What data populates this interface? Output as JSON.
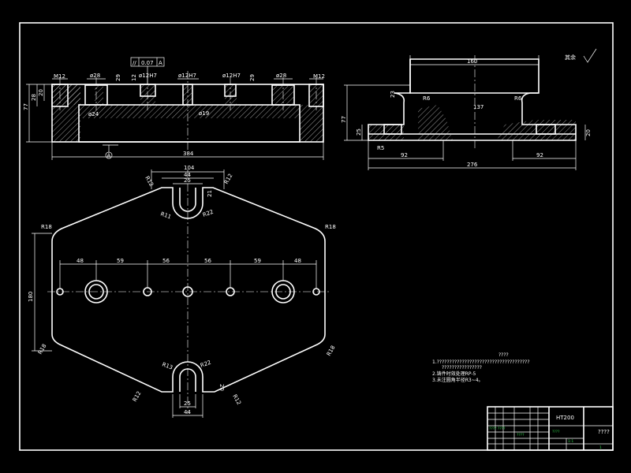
{
  "drawing": {
    "top_view": {
      "d_w1": "104",
      "d_w2": "44",
      "d_w3": "25",
      "d_r11": "R11",
      "d_r22": "R22",
      "d_r12a": "R12",
      "d_r12b": "R12",
      "d_21": "21",
      "d_r18a": "R18",
      "d_r18b": "R18",
      "d_r18c": "R18",
      "d_r18d": "R18",
      "d_180": "180",
      "d_48a": "48",
      "d_59a": "59",
      "d_56a": "56",
      "d_56b": "56",
      "d_59b": "59",
      "d_48b": "48",
      "d_r13": "R13",
      "d_r22b": "R22",
      "d_20": "20",
      "d_r12c": "R12",
      "d_r12d": "R12",
      "d_25b": "25",
      "d_44b": "44"
    },
    "front_section": {
      "d_m12a": "M12",
      "d_d28a": "ø28",
      "d_29a": "29",
      "d_12a": "12",
      "d_d12h7a": "ø12H7",
      "d_d12h7b": "ø12H7",
      "d_d12h7c": "ø12H7",
      "d_29b": "29",
      "d_d28b": "ø28",
      "d_m12b": "M12",
      "d_d24": "ø24",
      "d_d19": "ø19",
      "d_28": "28",
      "d_20f": "20",
      "d_77": "77",
      "d_384": "384",
      "tol_sym": "//",
      "tol_val": "0.07",
      "tol_ref": "A",
      "datum": "A"
    },
    "side_section": {
      "d_160": "160",
      "d_23": "23",
      "d_r6a": "R6",
      "d_r6b": "R6",
      "d_137": "137",
      "d_77s": "77",
      "d_25s": "25",
      "d_r5": "R5",
      "d_20s": "20",
      "d_92a": "92",
      "d_92b": "92",
      "d_276": "276",
      "rest_label": "其余"
    },
    "notes": {
      "title": "????",
      "line1": "1.?????????????????????????????????????",
      "line2": "????????????????",
      "line3": "2.铸件时效处理RP-5",
      "line4": "3.未注圆角半径R3~4。"
    },
    "title_block": {
      "material": "HT200",
      "name": "????",
      "g1": "???? ????",
      "g2": "????",
      "g3": "????",
      "n1": "1:1",
      "n2": "1"
    }
  }
}
